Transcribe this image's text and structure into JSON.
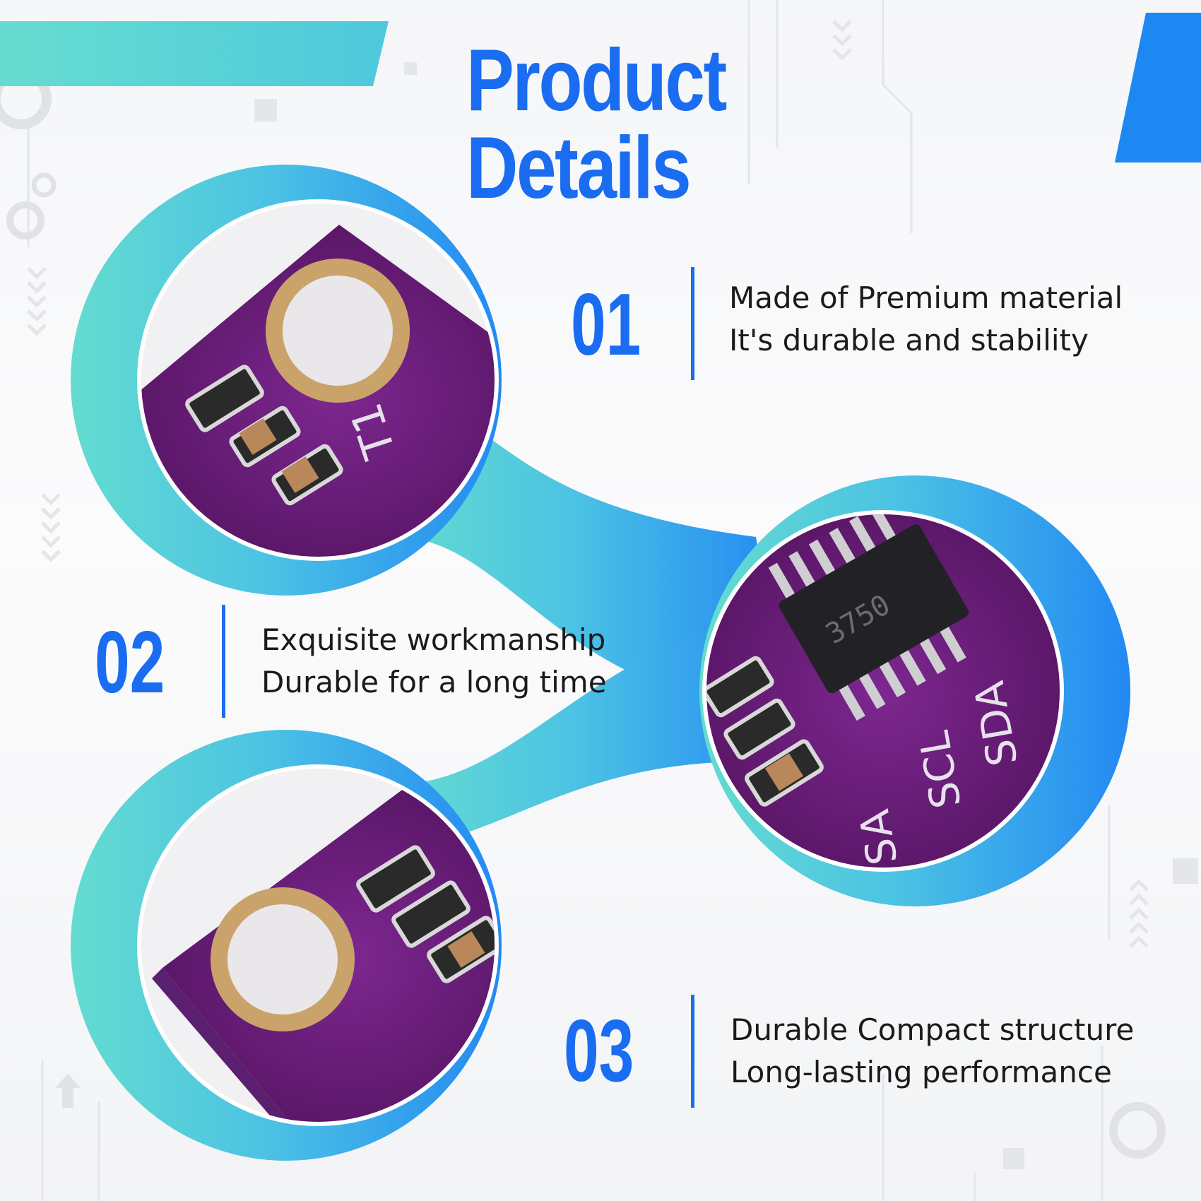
{
  "header": {
    "title": "Product Details"
  },
  "features": [
    {
      "number": "01",
      "line1": "Made of Premium material",
      "line2": "It's durable and stability"
    },
    {
      "number": "02",
      "line1": "Exquisite workmanship",
      "line2": "Durable for a long time"
    },
    {
      "number": "03",
      "line1": "Durable Compact structure",
      "line2": "Long-lasting performance"
    }
  ],
  "board_silkscreen": {
    "photo1": "T1",
    "photo2_chip": "3750",
    "photo2_labels": [
      "SDA",
      "SCL",
      "SA"
    ]
  },
  "colors": {
    "accent_blue": "#1a6cf0",
    "teal": "#5fd8d2",
    "gradient_blue": "#2a8cf5",
    "pcb_purple": "#6a1b7a"
  },
  "icons": [
    "gear-icon",
    "arrow-up-icon"
  ]
}
